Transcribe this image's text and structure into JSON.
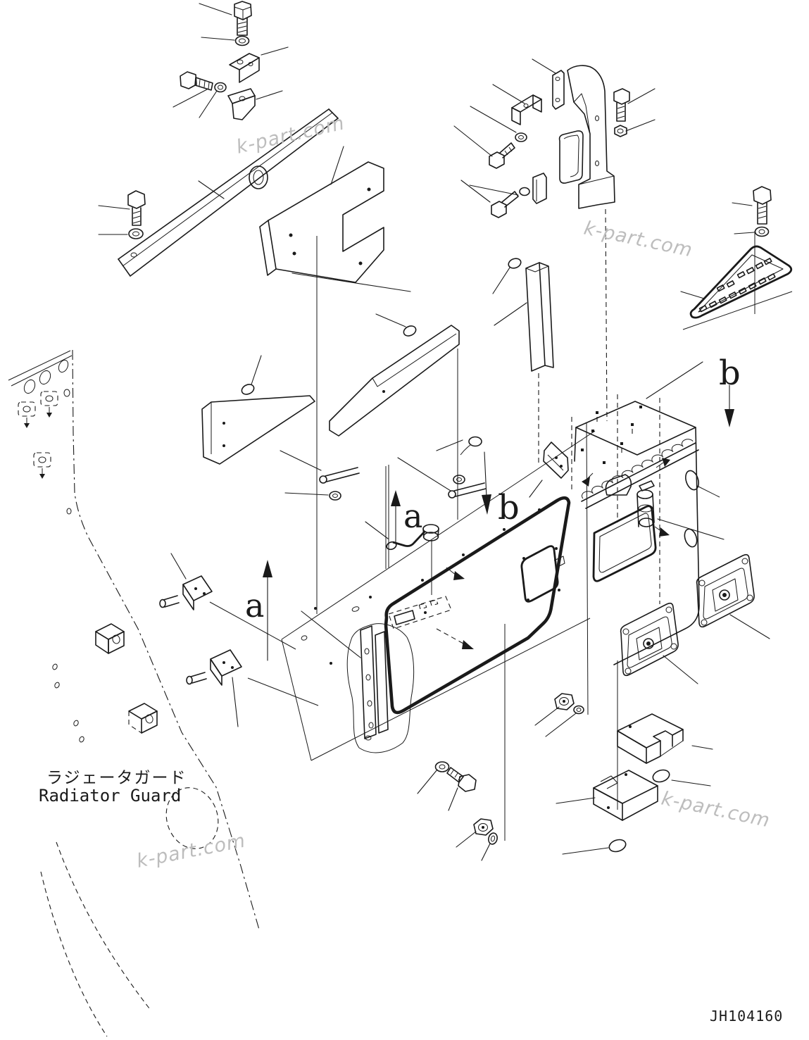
{
  "page": {
    "background": "#ffffff",
    "line_color": "#1a1a1a",
    "watermark_color": "#bdbdbd"
  },
  "labels": {
    "assembly_label_jp": "ラジェータガード",
    "assembly_label_en": "Radiator Guard",
    "drawing_number": "JH104160",
    "watermark": "k-part.com",
    "view_marker_a": "a",
    "view_marker_b": "b"
  }
}
